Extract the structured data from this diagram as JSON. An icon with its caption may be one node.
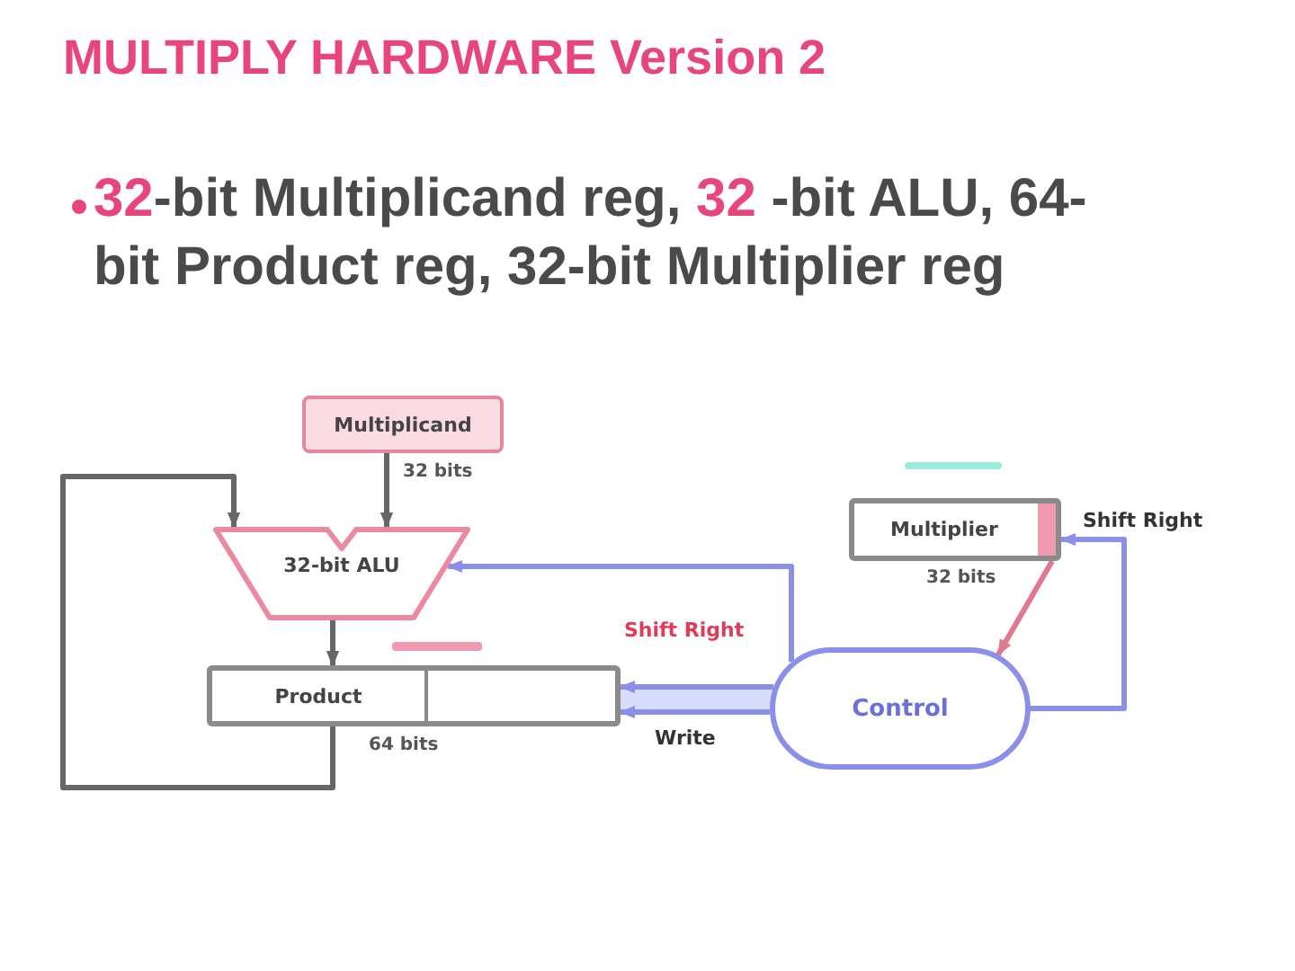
{
  "diagram": {
    "title": "MULTIPLY HARDWARE Version 2",
    "nodes": [
      {
        "text": [
          "Multiplicand"
        ],
        "beside": [
          "32 bits"
        ]
      },
      {
        "text": [
          "32-bit ALU"
        ]
      },
      {
        "text": [
          "Product"
        ],
        "beside": [
          "64 bits"
        ]
      },
      {
        "text": [
          "Multiplier"
        ],
        "beside": [
          "32 bits"
        ]
      },
      {
        "text": [
          "Control"
        ]
      }
    ],
    "edges": [
      {
        "from": 0,
        "to": 1,
        "arrow": "to",
        "color": "#666666"
      },
      {
        "from": 1,
        "to": 2,
        "arrow": "to",
        "color": "#666666"
      },
      {
        "from": 2,
        "to": 1,
        "arrow": "to",
        "color": "#666666"
      },
      {
        "from": 4,
        "to": 1,
        "arrow": "to"
      },
      {
        "from": 4,
        "to": 2,
        "arrow": "to",
        "label": "Shift Right"
      },
      {
        "from": 4,
        "to": 2,
        "arrow": "to",
        "label": "Write"
      },
      {
        "from": 4,
        "to": 3,
        "arrow": "to",
        "label": "Shift Right"
      },
      {
        "from": 3,
        "to": 4,
        "arrow": "to",
        "color": "#e07890"
      }
    ],
    "labels": [
      "**32**-bit Multiplicand reg, **32** -bit ALU, 64-bit Product reg, 32-bit Multiplier reg"
    ]
  }
}
